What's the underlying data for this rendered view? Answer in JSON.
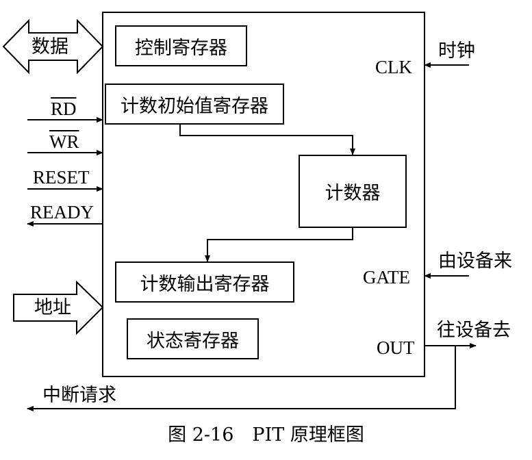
{
  "registers": {
    "control": "控制寄存器",
    "initial_count": "计数初始值寄存器",
    "counter": "计数器",
    "count_output": "计数输出寄存器",
    "status": "状态寄存器"
  },
  "buses": {
    "data": "数据",
    "address": "地址"
  },
  "signals": {
    "rd": "RD",
    "wr": "WR",
    "reset": "RESET",
    "ready": "READY",
    "clk": "CLK",
    "gate": "GATE",
    "out": "OUT"
  },
  "external": {
    "clock": "时钟",
    "from_device": "由设备来",
    "to_device": "往设备去",
    "interrupt_request": "中断请求"
  },
  "caption": "图 2-16　PIT 原理框图"
}
